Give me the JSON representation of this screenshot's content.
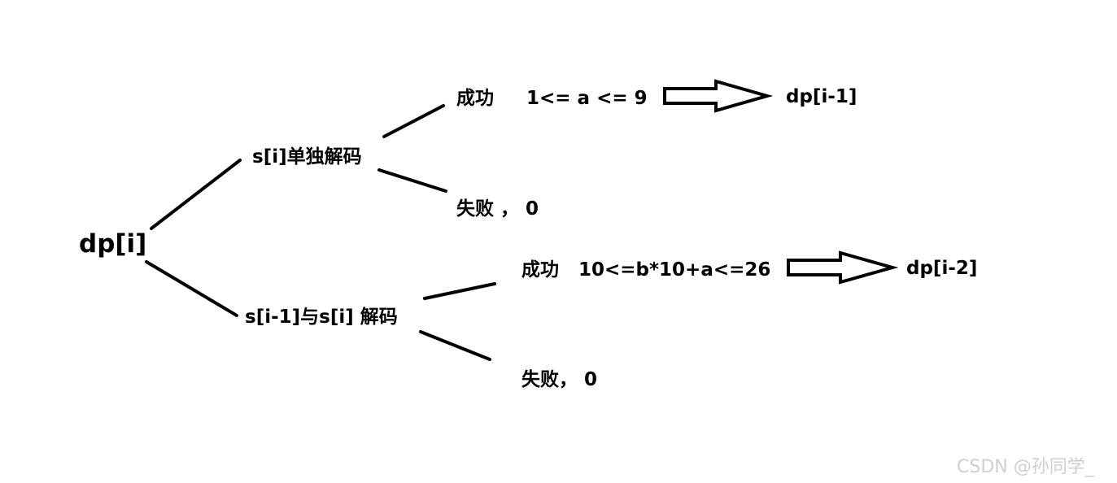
{
  "nodes": {
    "root": "dp[i]",
    "branch_single": "s[i]单独解码",
    "branch_pair": "s[i-1]与s[i] 解码",
    "single_success_word": "成功",
    "single_success_cond": "1<= a <= 9",
    "single_success_result": "dp[i-1]",
    "single_fail": "失败 ， 0",
    "pair_success_word": "成功",
    "pair_success_cond": "10<=b*10+a<=26",
    "pair_success_result": "dp[i-2]",
    "pair_fail": "失败，  0"
  },
  "watermark": "CSDN @孙同学_",
  "colors": {
    "ink": "#000000",
    "background": "#ffffff",
    "watermark": "#cfcfcf"
  }
}
